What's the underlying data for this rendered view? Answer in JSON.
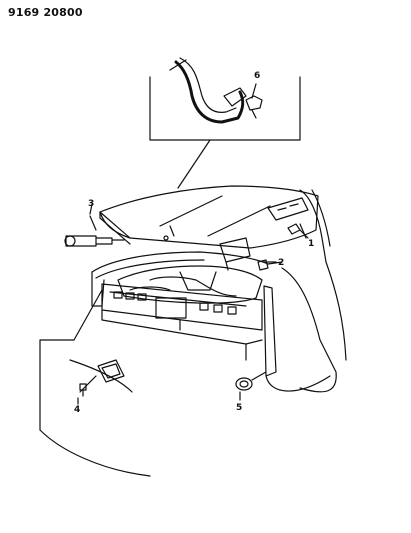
{
  "header": {
    "doc_number": "9169 20800"
  },
  "callouts": [
    {
      "id": "1",
      "label": "1"
    },
    {
      "id": "2",
      "label": "2"
    },
    {
      "id": "3",
      "label": "3"
    },
    {
      "id": "4",
      "label": "4"
    },
    {
      "id": "5",
      "label": "5"
    },
    {
      "id": "6",
      "label": "6"
    }
  ],
  "colors": {
    "ink": "#111111",
    "paper": "#ffffff"
  }
}
